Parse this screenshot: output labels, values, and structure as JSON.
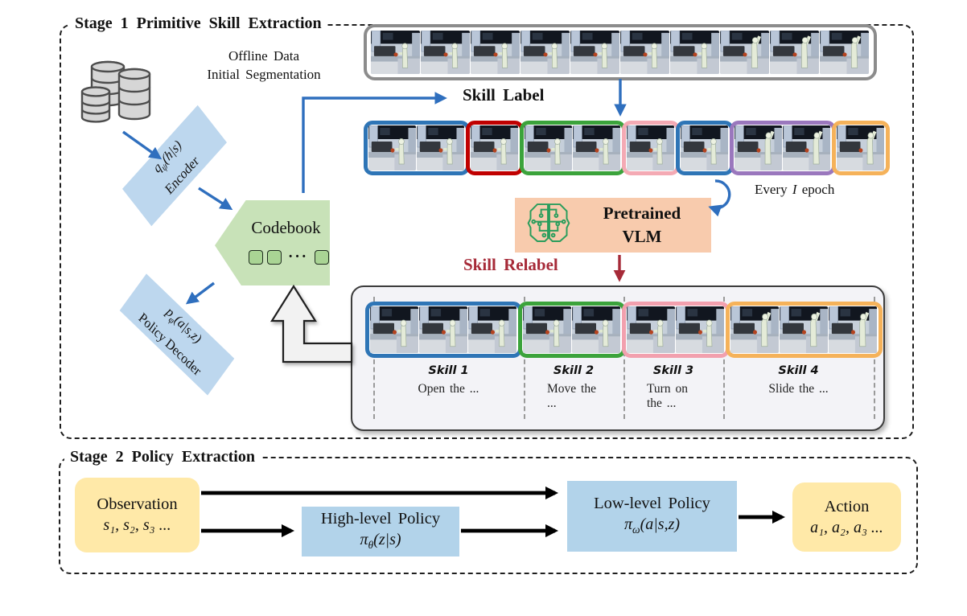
{
  "colors": {
    "arrow_blue": "#2f6fbe",
    "relabel_red": "#a62a38",
    "vlm_bg": "#f8cbad",
    "codebook_bg": "#c8e2b8",
    "policy_box_blue": "#b2d3ea",
    "observation_action_yellow": "#ffe9a8",
    "panel_bg": "#f3f3f7",
    "strip1_border_gray": "#8c8c8c",
    "brain_icon_green": "#2a9d5c"
  },
  "stage1": {
    "title": "Stage 1 Primitive Skill Extraction",
    "offline_label_line1": "Offline Data",
    "offline_label_line2": "Initial Segmentation",
    "encoder": {
      "base": "q",
      "sub": "ψ",
      "args": "(h|s)",
      "name": "Encoder"
    },
    "decoder": {
      "base": "p",
      "sub": "φ",
      "args": "(a|s,z)",
      "name": "Policy Decoder"
    },
    "codebook": {
      "label": "Codebook",
      "ellipsis": "···"
    },
    "skill_label": "Skill Label",
    "every_epoch": {
      "pre": "Every",
      "var": "I",
      "post": "epoch"
    },
    "vlm": {
      "line1": "Pretrained",
      "line2": "VLM"
    },
    "skill_relabel": "Skill Relabel",
    "strip1": {
      "frame_count": 10
    },
    "strip2": {
      "segments": [
        {
          "color": "#2e75b6",
          "frames": 2
        },
        {
          "color": "#c00000",
          "frames": 1
        },
        {
          "color": "#3ba33b",
          "frames": 2
        },
        {
          "color": "#f4aab4",
          "frames": 1
        },
        {
          "color": "#2e75b6",
          "frames": 1
        },
        {
          "color": "#9a77bd",
          "frames": 2
        },
        {
          "color": "#f5b25a",
          "frames": 1
        }
      ]
    },
    "strip3": {
      "segments": [
        {
          "color": "#2e75b6",
          "frames": 3,
          "label": "Skill 1",
          "desc": "Open the ..."
        },
        {
          "color": "#3ba33b",
          "frames": 2,
          "label": "Skill 2",
          "desc": "Move the ..."
        },
        {
          "color": "#f2a0ae",
          "frames": 2,
          "label": "Skill 3",
          "desc": "Turn on the ..."
        },
        {
          "color": "#f5b25a",
          "frames": 3,
          "label": "Skill 4",
          "desc": "Slide the ..."
        }
      ]
    }
  },
  "stage2": {
    "title": "Stage 2 Policy Extraction",
    "observation": {
      "title": "Observation",
      "sequence": "s₁, s₂, s₃ ..."
    },
    "high_level_policy": {
      "title": "High-level Policy",
      "base": "π",
      "sub": "θ",
      "args": "(z|s)"
    },
    "low_level_policy": {
      "title": "Low-level Policy",
      "base": "π",
      "sub": "ω",
      "args": "(a|s,z)"
    },
    "action": {
      "title": "Action",
      "sequence": "a₁, a₂, a₃ ..."
    }
  }
}
